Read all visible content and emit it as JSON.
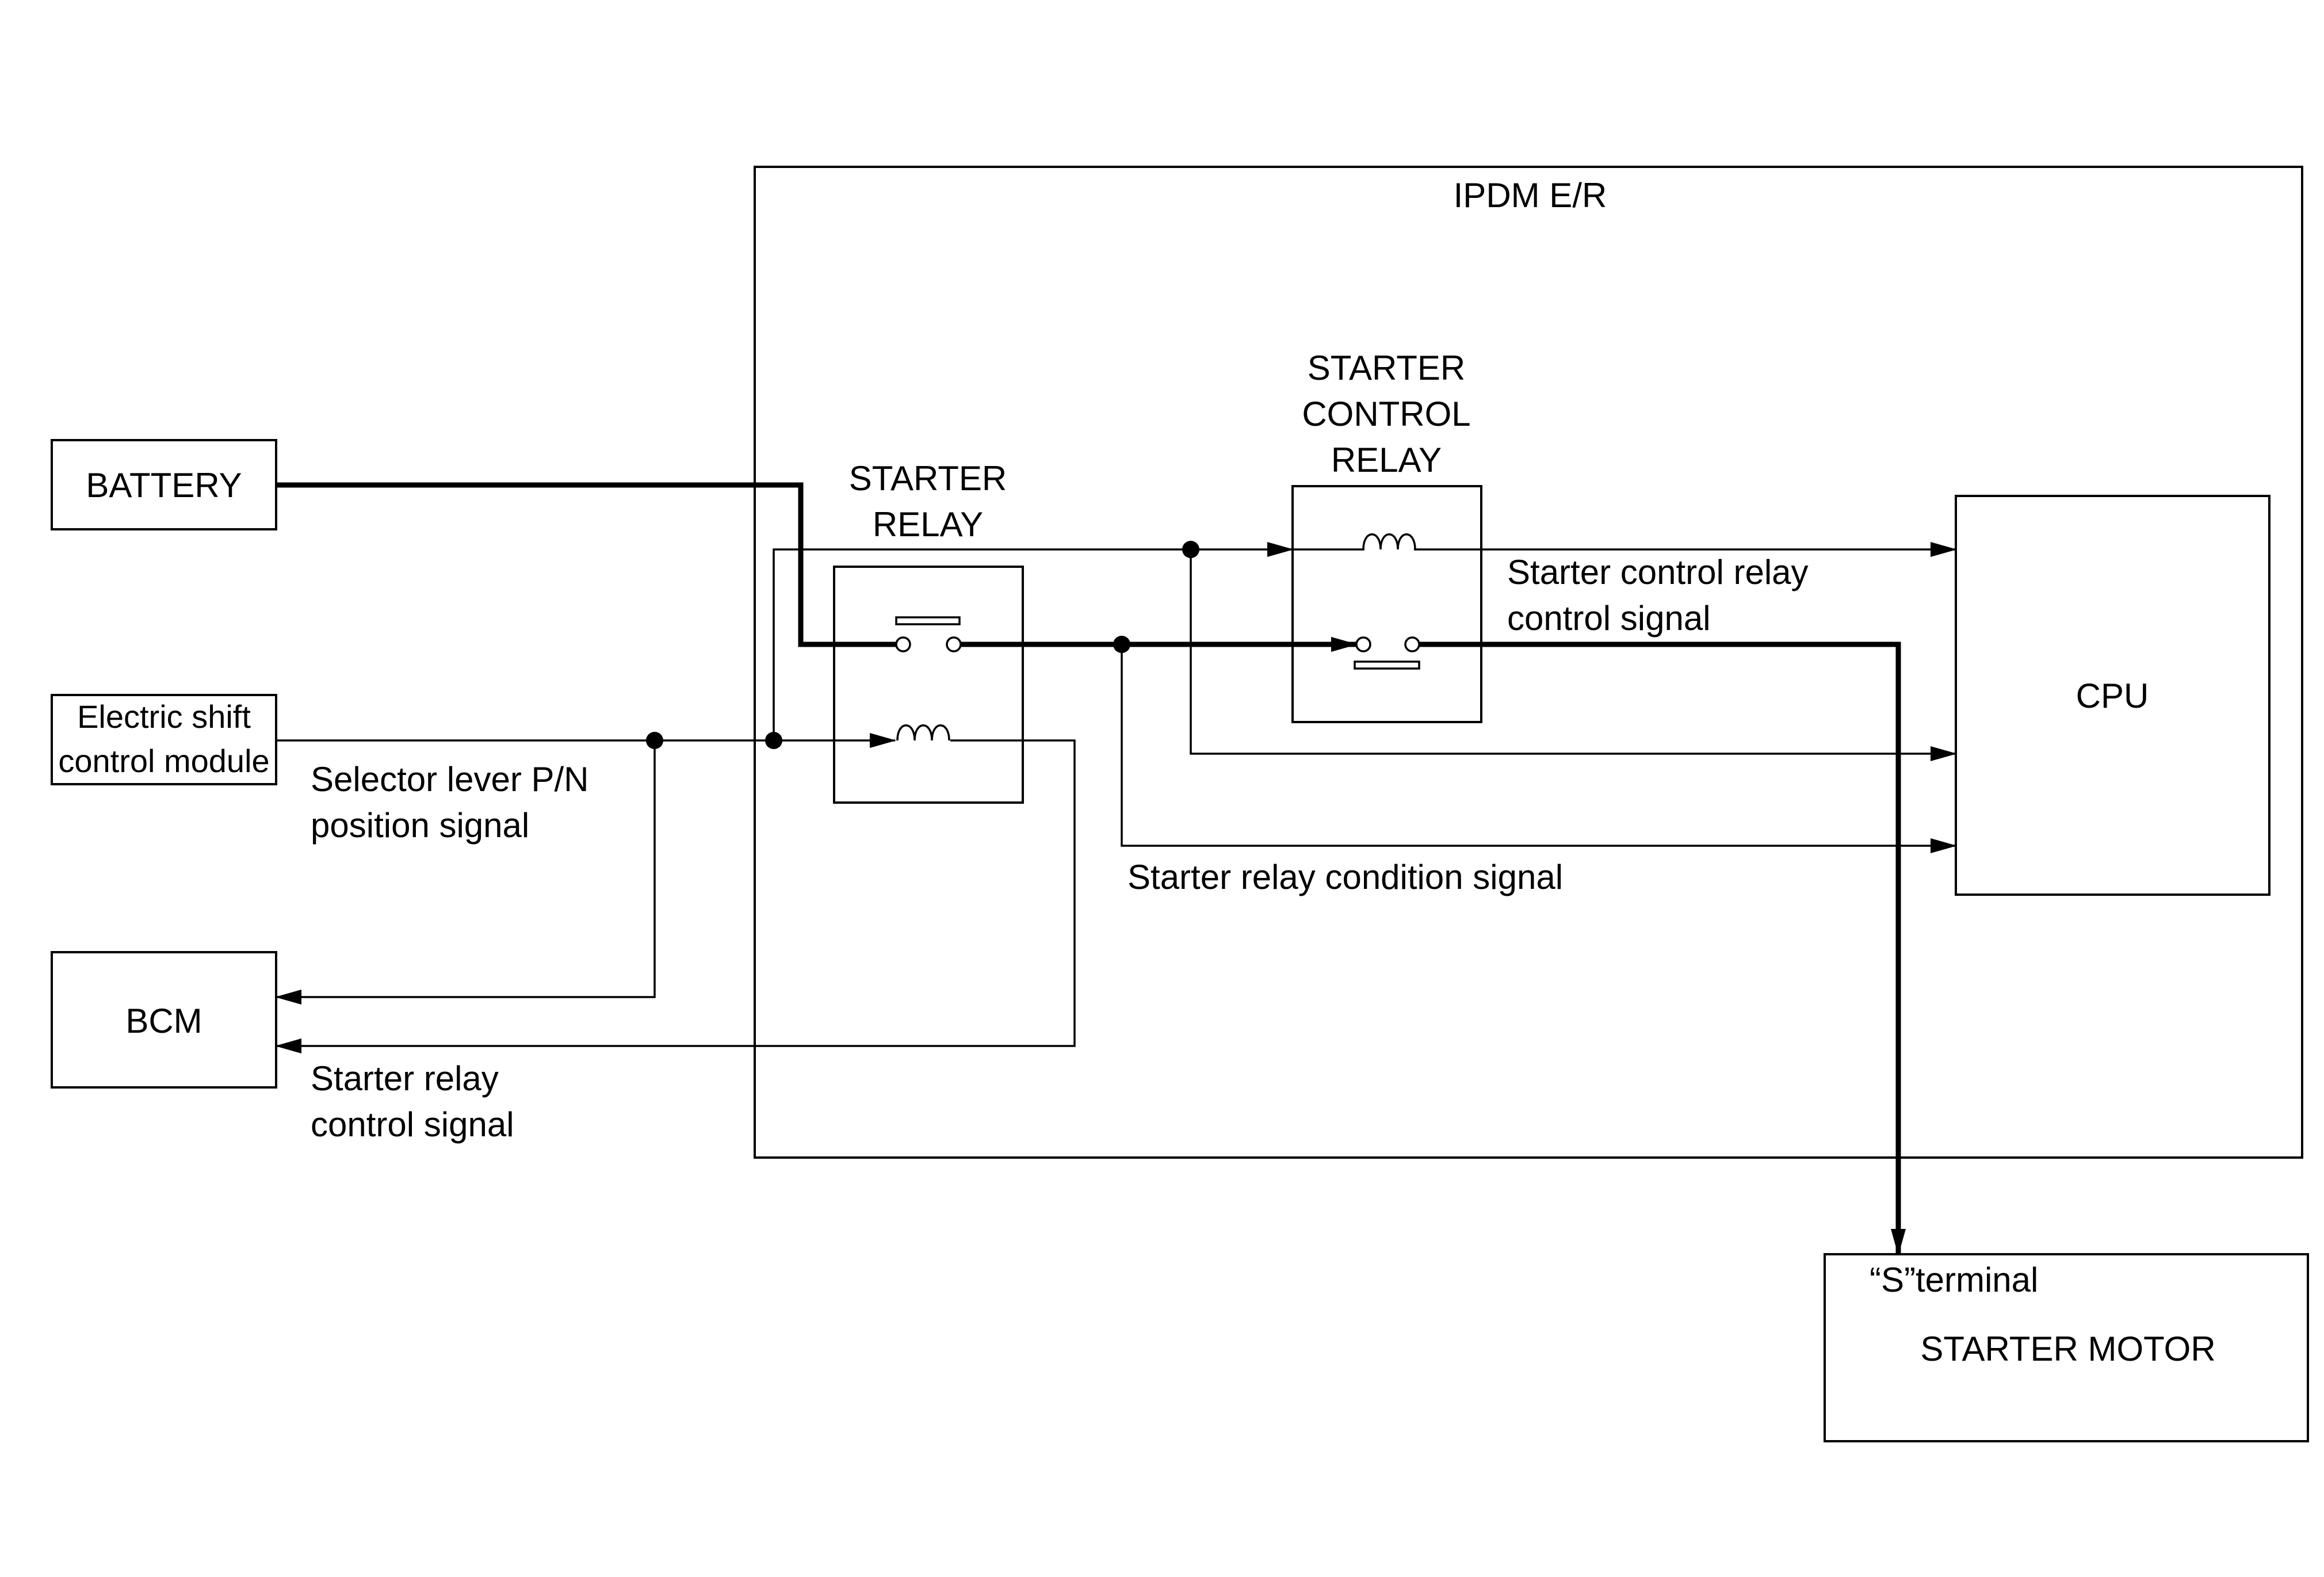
{
  "ipdm": {
    "title": "IPDM E/R"
  },
  "components": {
    "battery": "BATTERY",
    "electric_shift": {
      "line1": "Electric shift",
      "line2": "control module"
    },
    "bcm": "BCM",
    "cpu": "CPU",
    "starter_relay": {
      "line1": "STARTER",
      "line2": "RELAY"
    },
    "starter_control_relay": {
      "line1": "STARTER",
      "line2": "CONTROL",
      "line3": "RELAY"
    },
    "starter_motor": {
      "terminal": "“S”terminal",
      "name": "STARTER MOTOR"
    }
  },
  "signals": {
    "selector_lever": {
      "line1": "Selector lever P/N",
      "line2": "position signal"
    },
    "starter_relay_control": {
      "line1": "Starter relay",
      "line2": "control signal"
    },
    "starter_control_relay_control": {
      "line1": "Starter control relay",
      "line2": "control signal"
    },
    "starter_relay_condition": "Starter relay condition signal"
  }
}
